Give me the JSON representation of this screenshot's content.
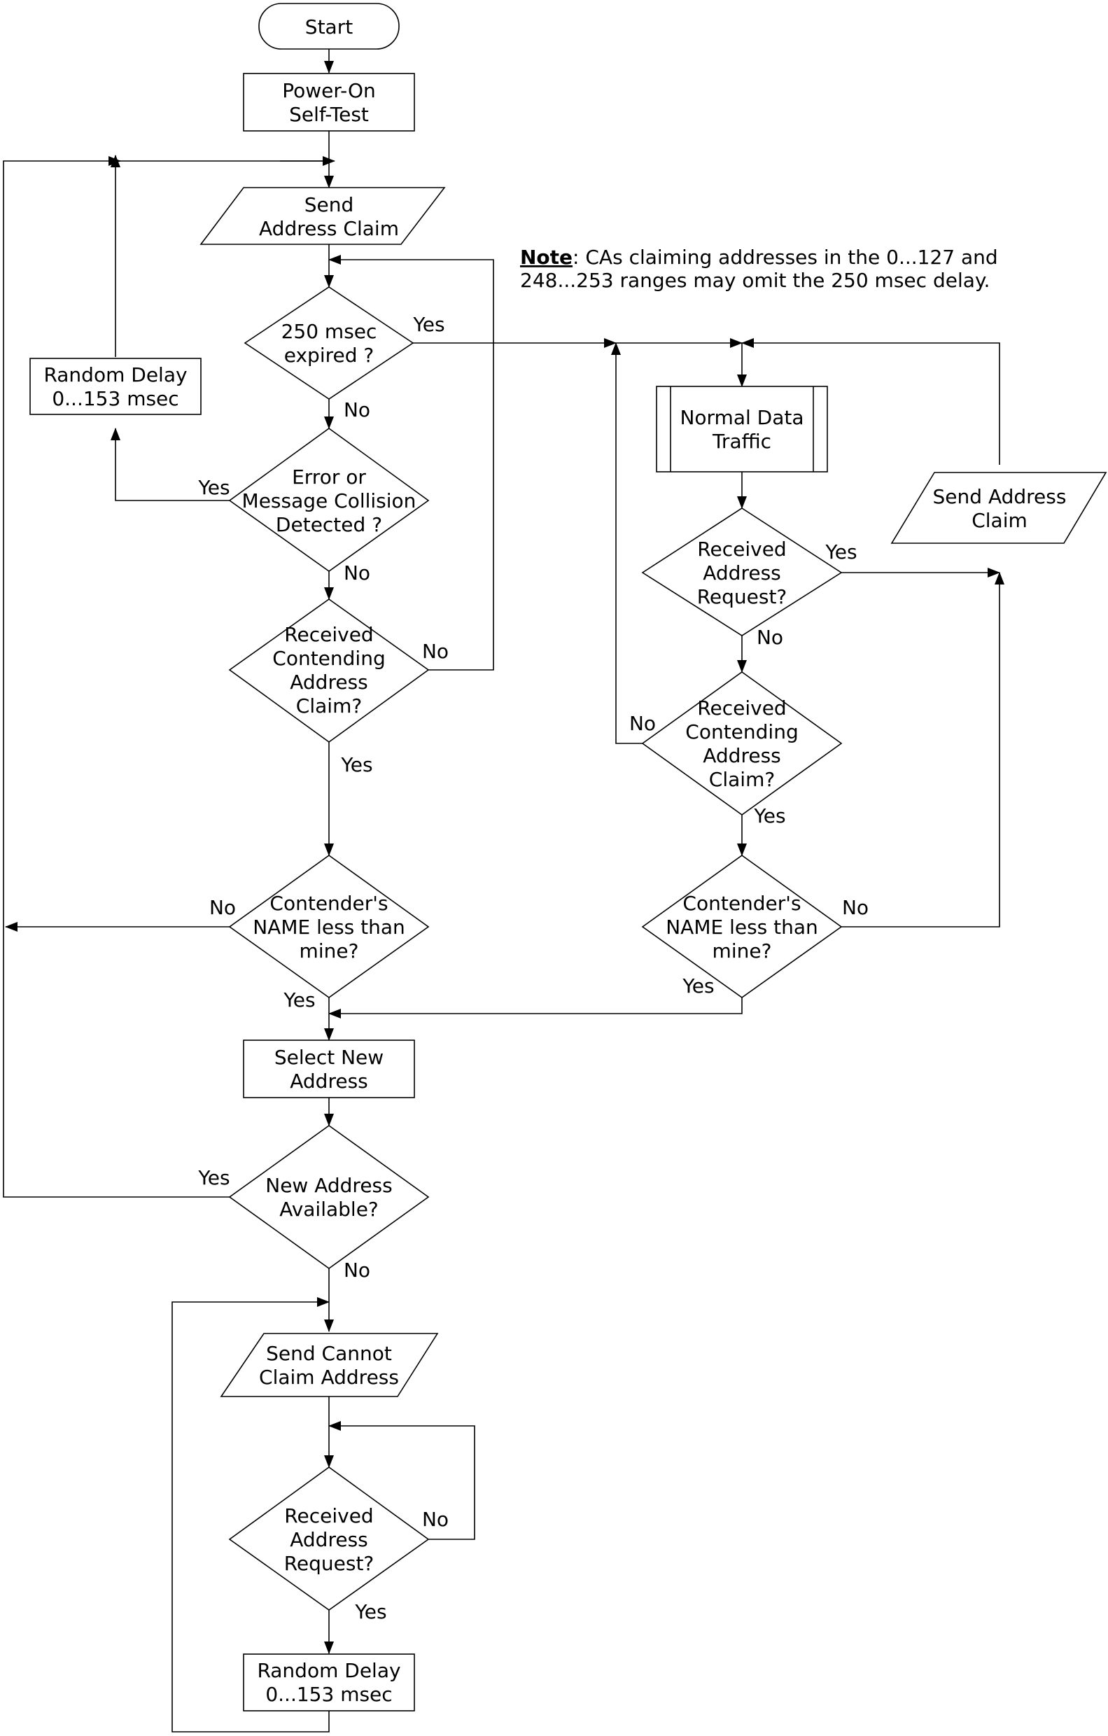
{
  "nodes": {
    "start": [
      "Start"
    ],
    "post": [
      "Power-On",
      "Self-Test"
    ],
    "send_claim": [
      "Send",
      "Address Claim"
    ],
    "expired": [
      "250 msec",
      "expired ?"
    ],
    "random_delay_top": [
      "Random Delay",
      "0...153 msec"
    ],
    "collision": [
      "Error or",
      "Message Collision",
      "Detected ?"
    ],
    "contending_left": [
      "Received",
      "Contending",
      "Address",
      "Claim?"
    ],
    "name_left": [
      "Contender's",
      "NAME less than",
      "mine?"
    ],
    "select_new": [
      "Select New",
      "Address"
    ],
    "new_available": [
      "New Address",
      "Available?"
    ],
    "send_cannot": [
      "Send Cannot",
      "Claim Address"
    ],
    "request_bottom": [
      "Received",
      "Address",
      "Request?"
    ],
    "random_delay_bottom": [
      "Random Delay",
      "0...153 msec"
    ],
    "normal_traffic": [
      "Normal Data",
      "Traffic"
    ],
    "request_right": [
      "Received",
      "Address",
      "Request?"
    ],
    "send_claim_right": [
      "Send Address",
      "Claim"
    ],
    "contending_right": [
      "Received",
      "Contending",
      "Address",
      "Claim?"
    ],
    "name_right": [
      "Contender's",
      "NAME less than",
      "mine?"
    ]
  },
  "edge_labels": {
    "expired_yes": "Yes",
    "expired_no": "No",
    "collision_yes": "Yes",
    "collision_no": "No",
    "contending_left_no": "No",
    "contending_left_yes": "Yes",
    "name_left_no": "No",
    "name_left_yes": "Yes",
    "new_available_yes": "Yes",
    "new_available_no": "No",
    "request_bottom_no": "No",
    "request_bottom_yes": "Yes",
    "request_right_yes": "Yes",
    "request_right_no": "No",
    "contending_right_no": "No",
    "contending_right_yes": "Yes",
    "name_right_no": "No",
    "name_right_yes": "Yes"
  },
  "note": {
    "key": "Note",
    "line1": ": CAs claiming addresses in the 0...127 and",
    "line2": "248...253 ranges may omit the 250 msec delay."
  }
}
